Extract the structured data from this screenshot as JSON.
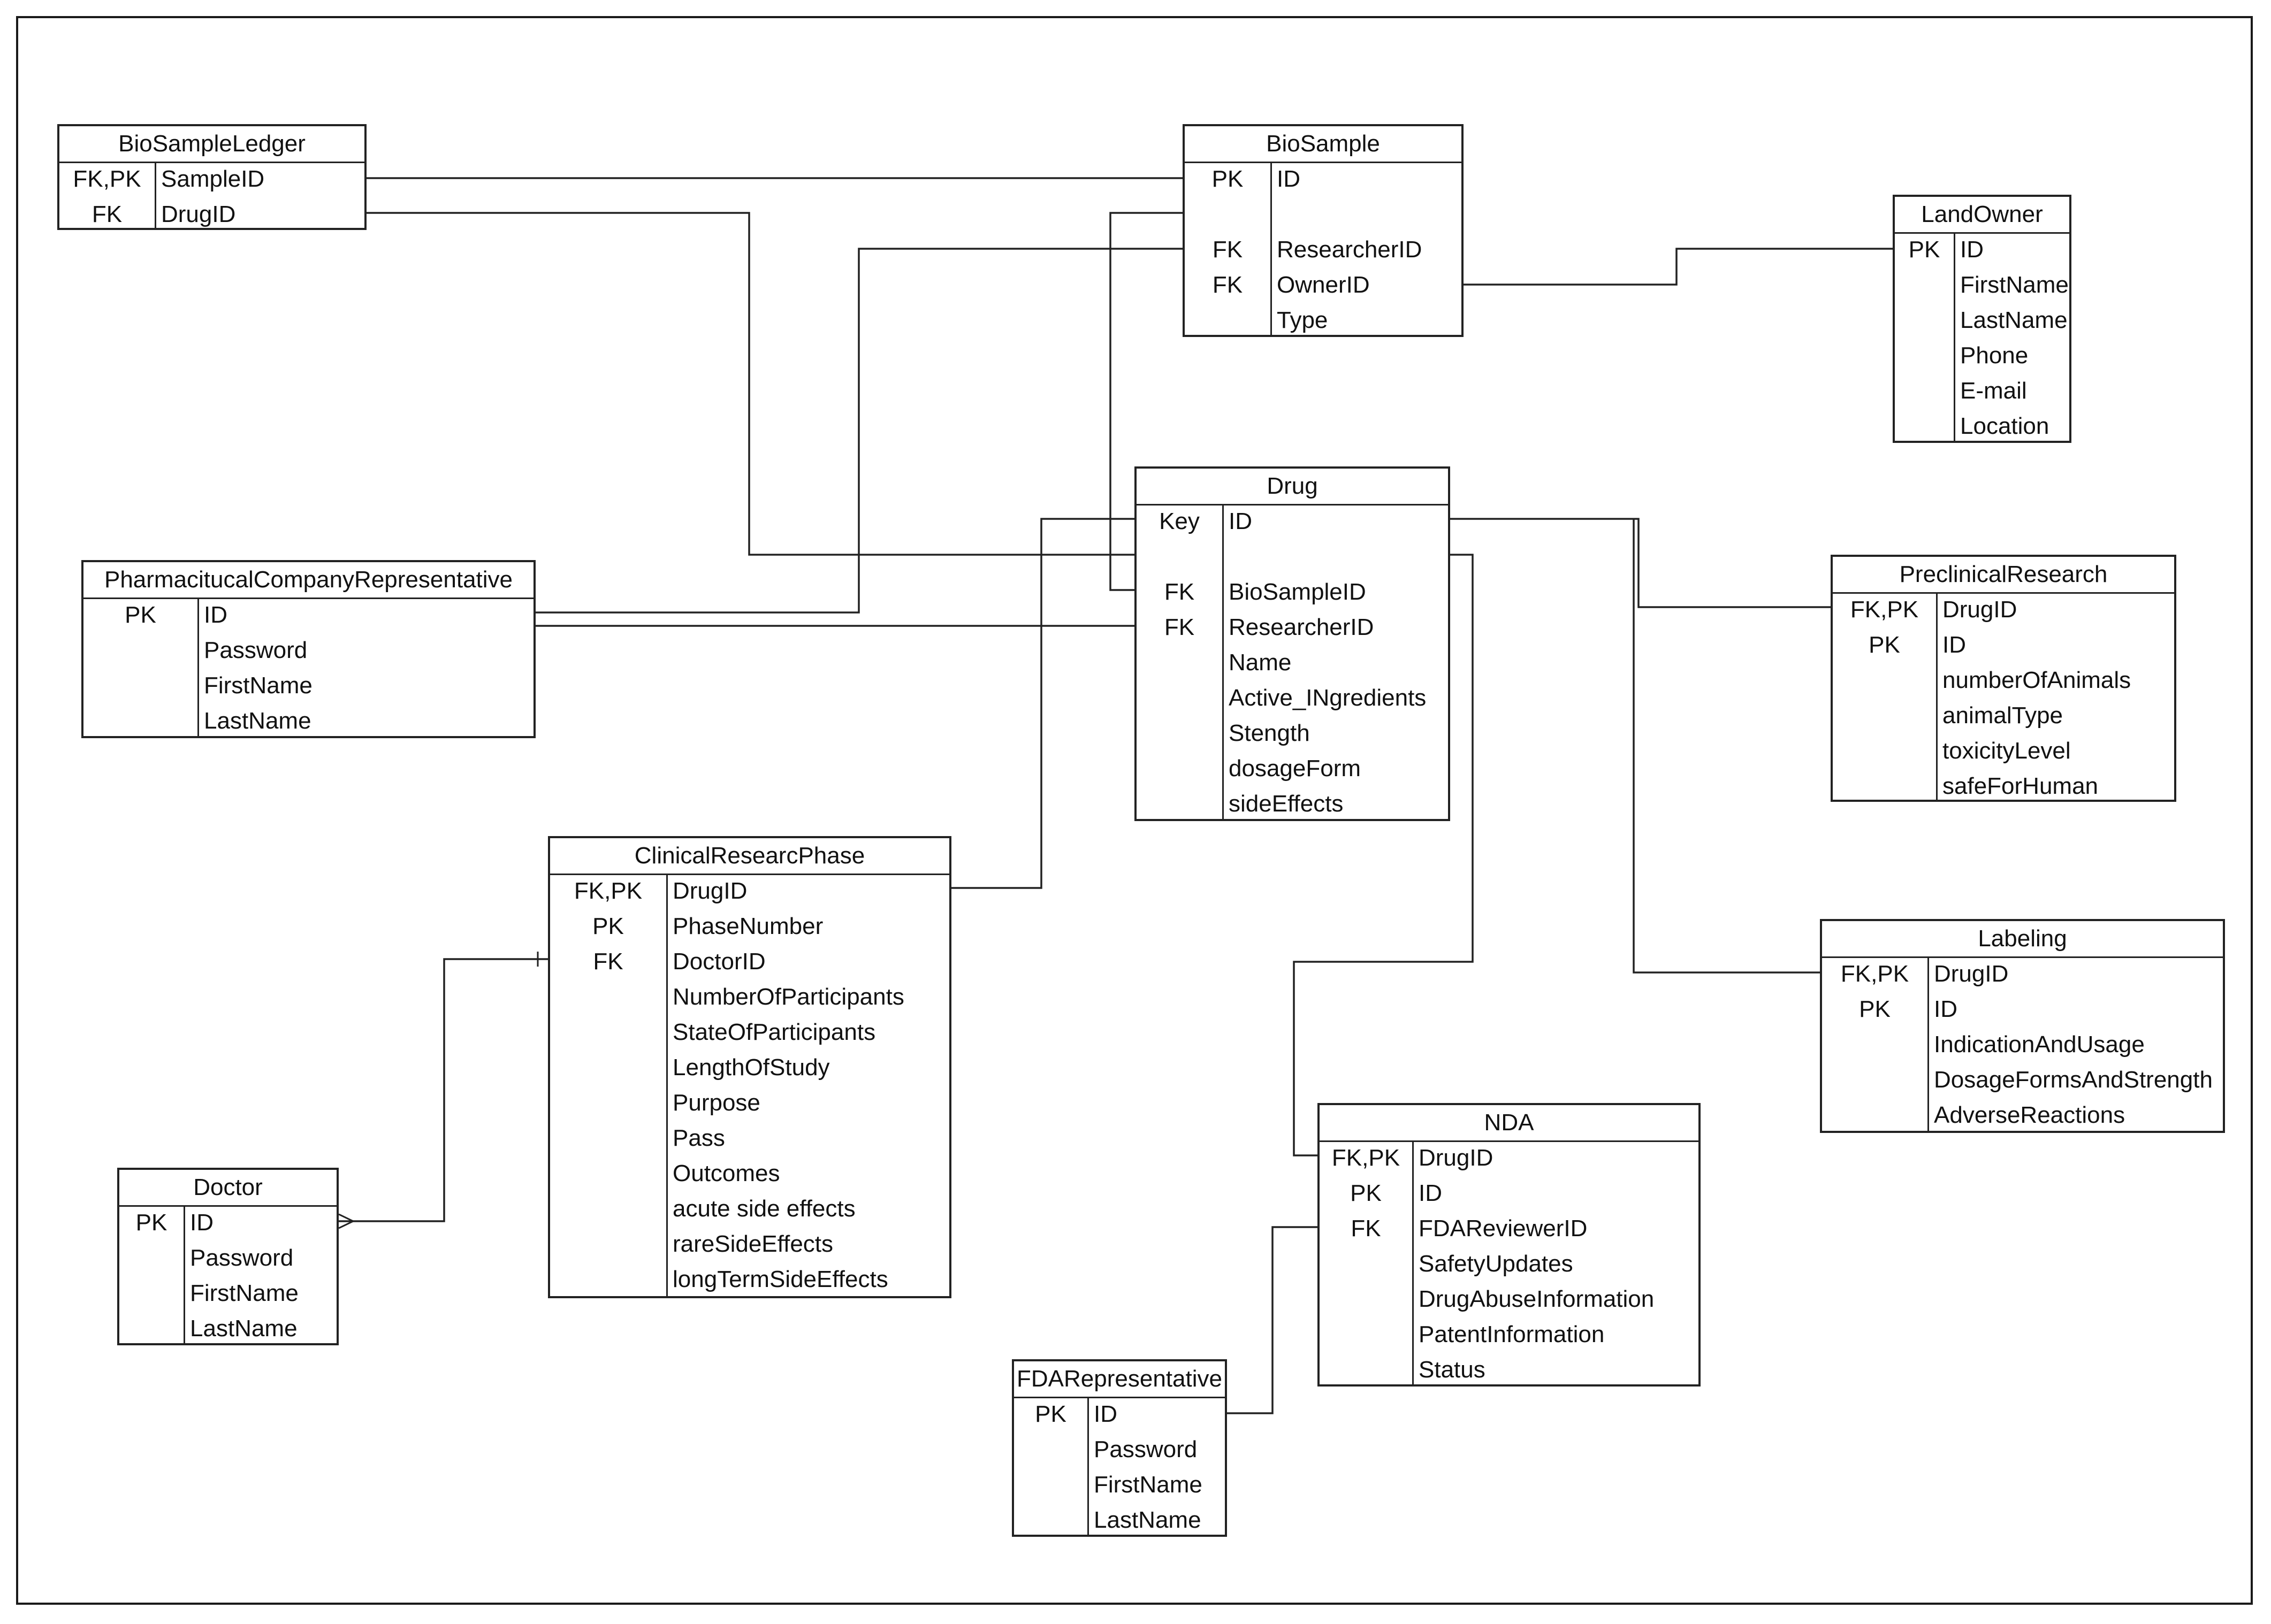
{
  "entities": [
    {
      "name": "BioSampleLedger",
      "attributes": [
        {
          "key": "FK,PK",
          "name": "SampleID"
        },
        {
          "key": "FK",
          "name": "DrugID"
        }
      ]
    },
    {
      "name": "BioSample",
      "attributes": [
        {
          "key": "PK",
          "name": "ID"
        },
        {
          "key": "",
          "name": ""
        },
        {
          "key": "FK",
          "name": "ResearcherID"
        },
        {
          "key": "FK",
          "name": "OwnerID"
        },
        {
          "key": "",
          "name": "Type"
        }
      ]
    },
    {
      "name": "LandOwner",
      "attributes": [
        {
          "key": "PK",
          "name": "ID"
        },
        {
          "key": "",
          "name": "FirstName"
        },
        {
          "key": "",
          "name": "LastName"
        },
        {
          "key": "",
          "name": "Phone"
        },
        {
          "key": "",
          "name": "E-mail"
        },
        {
          "key": "",
          "name": "Location"
        }
      ]
    },
    {
      "name": "Drug",
      "attributes": [
        {
          "key": "Key",
          "name": "ID"
        },
        {
          "key": "",
          "name": ""
        },
        {
          "key": "FK",
          "name": "BioSampleID"
        },
        {
          "key": "FK",
          "name": "ResearcherID"
        },
        {
          "key": "",
          "name": "Name"
        },
        {
          "key": "",
          "name": "Active_INgredients"
        },
        {
          "key": "",
          "name": "Stength"
        },
        {
          "key": "",
          "name": "dosageForm"
        },
        {
          "key": "",
          "name": "sideEffects"
        }
      ]
    },
    {
      "name": "PharmacitucalCompanyRepresentative",
      "attributes": [
        {
          "key": "PK",
          "name": "ID"
        },
        {
          "key": "",
          "name": "Password"
        },
        {
          "key": "",
          "name": "FirstName"
        },
        {
          "key": "",
          "name": "LastName"
        }
      ]
    },
    {
      "name": "PreclinicalResearch",
      "attributes": [
        {
          "key": "FK,PK",
          "name": "DrugID"
        },
        {
          "key": "PK",
          "name": "ID"
        },
        {
          "key": "",
          "name": "numberOfAnimals"
        },
        {
          "key": "",
          "name": "animalType"
        },
        {
          "key": "",
          "name": "toxicityLevel"
        },
        {
          "key": "",
          "name": "safeForHuman"
        }
      ]
    },
    {
      "name": "ClinicalResearcPhase",
      "attributes": [
        {
          "key": "FK,PK",
          "name": "DrugID"
        },
        {
          "key": "PK",
          "name": "PhaseNumber"
        },
        {
          "key": "FK",
          "name": "DoctorID"
        },
        {
          "key": "",
          "name": "NumberOfParticipants"
        },
        {
          "key": "",
          "name": "StateOfParticipants"
        },
        {
          "key": "",
          "name": "LengthOfStudy"
        },
        {
          "key": "",
          "name": "Purpose"
        },
        {
          "key": "",
          "name": "Pass"
        },
        {
          "key": "",
          "name": "Outcomes"
        },
        {
          "key": "",
          "name": "acute side effects"
        },
        {
          "key": "",
          "name": "rareSideEffects"
        },
        {
          "key": "",
          "name": "longTermSideEffects"
        }
      ]
    },
    {
      "name": "Labeling",
      "attributes": [
        {
          "key": "FK,PK",
          "name": "DrugID"
        },
        {
          "key": "PK",
          "name": "ID"
        },
        {
          "key": "",
          "name": "IndicationAndUsage"
        },
        {
          "key": "",
          "name": "DosageFormsAndStrength"
        },
        {
          "key": "",
          "name": "AdverseReactions"
        }
      ]
    },
    {
      "name": "NDA",
      "attributes": [
        {
          "key": "FK,PK",
          "name": "DrugID"
        },
        {
          "key": "PK",
          "name": "ID"
        },
        {
          "key": "FK",
          "name": "FDAReviewerID"
        },
        {
          "key": "",
          "name": "SafetyUpdates"
        },
        {
          "key": "",
          "name": "DrugAbuseInformation"
        },
        {
          "key": "",
          "name": "PatentInformation"
        },
        {
          "key": "",
          "name": "Status"
        }
      ]
    },
    {
      "name": "Doctor",
      "attributes": [
        {
          "key": "PK",
          "name": "ID"
        },
        {
          "key": "",
          "name": "Password"
        },
        {
          "key": "",
          "name": "FirstName"
        },
        {
          "key": "",
          "name": "LastName"
        }
      ]
    },
    {
      "name": "FDARepresentative",
      "attributes": [
        {
          "key": "PK",
          "name": "ID"
        },
        {
          "key": "",
          "name": "Password"
        },
        {
          "key": "",
          "name": "FirstName"
        },
        {
          "key": "",
          "name": "LastName"
        }
      ]
    }
  ]
}
